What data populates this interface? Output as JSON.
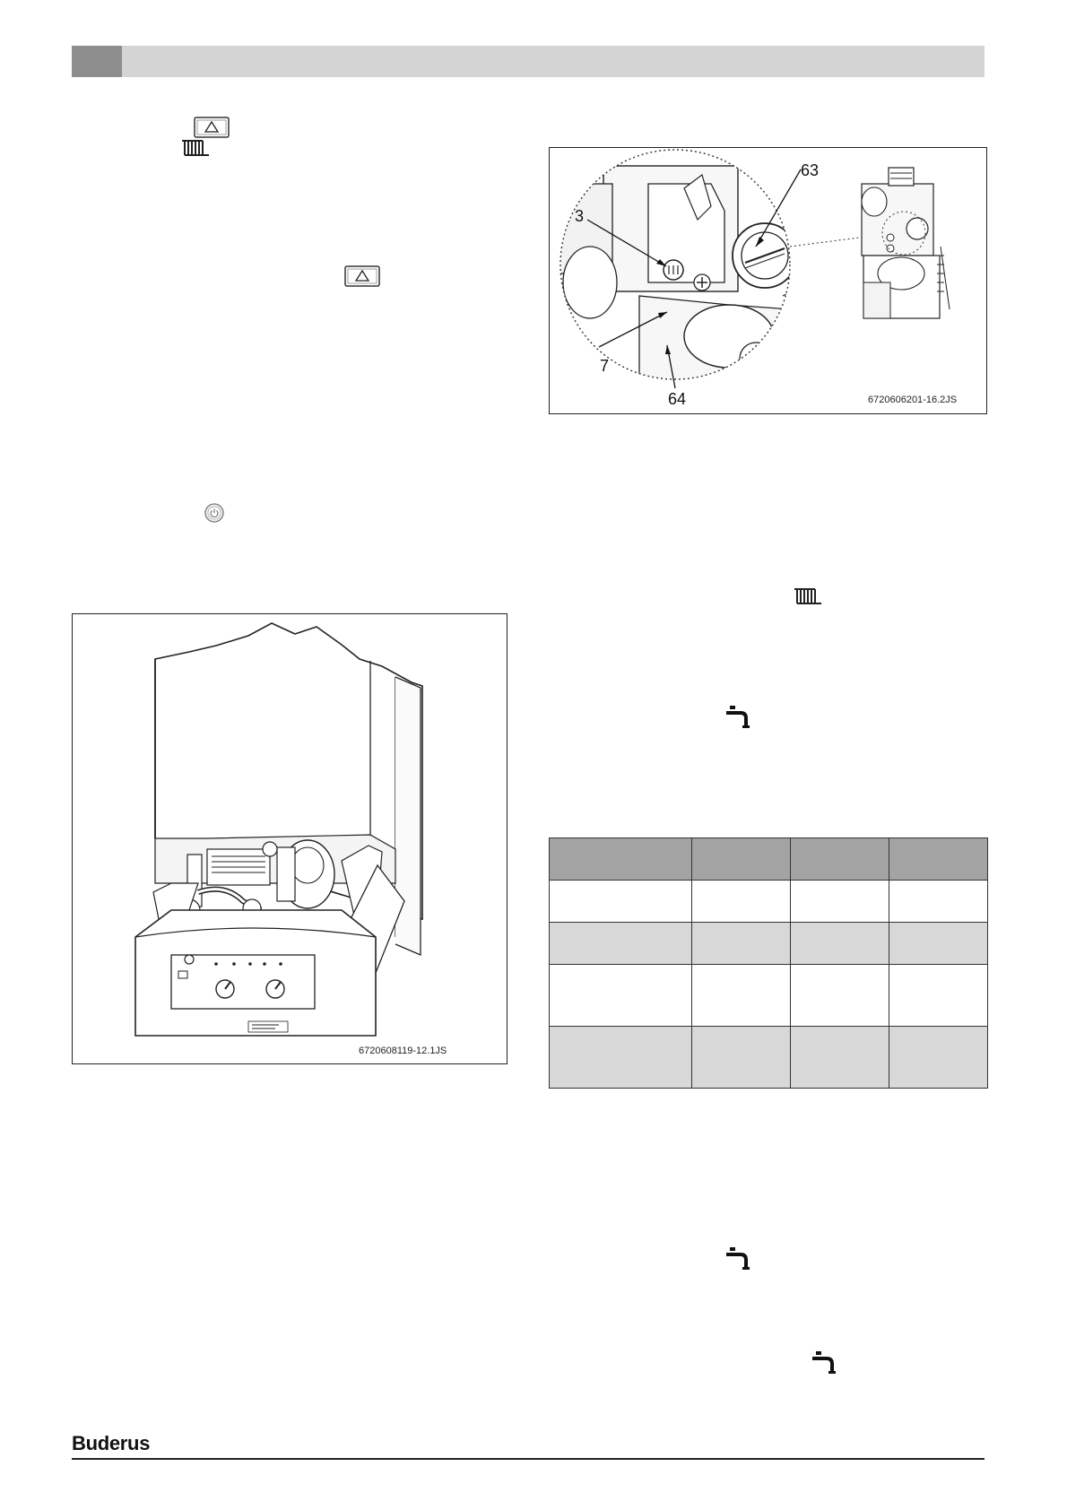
{
  "brand": {
    "logo_text": "Buderus"
  },
  "figure_left": {
    "caption": "6720608119-12.1JS"
  },
  "figure_right": {
    "caption": "6720606201-16.2JS",
    "callouts": [
      "63",
      "3",
      "7",
      "64"
    ]
  },
  "table": {
    "rows": [
      [
        "",
        "",
        "",
        ""
      ],
      [
        "",
        "",
        "",
        ""
      ],
      [
        "",
        "",
        "",
        ""
      ],
      [
        "",
        "",
        "",
        ""
      ],
      [
        "",
        "",
        "",
        ""
      ]
    ]
  },
  "icons": [
    "up-arrow-button-icon",
    "radiator-icon",
    "up-arrow-button-icon",
    "power-button-icon",
    "radiator-icon",
    "tap-icon",
    "tap-icon",
    "tap-icon"
  ]
}
